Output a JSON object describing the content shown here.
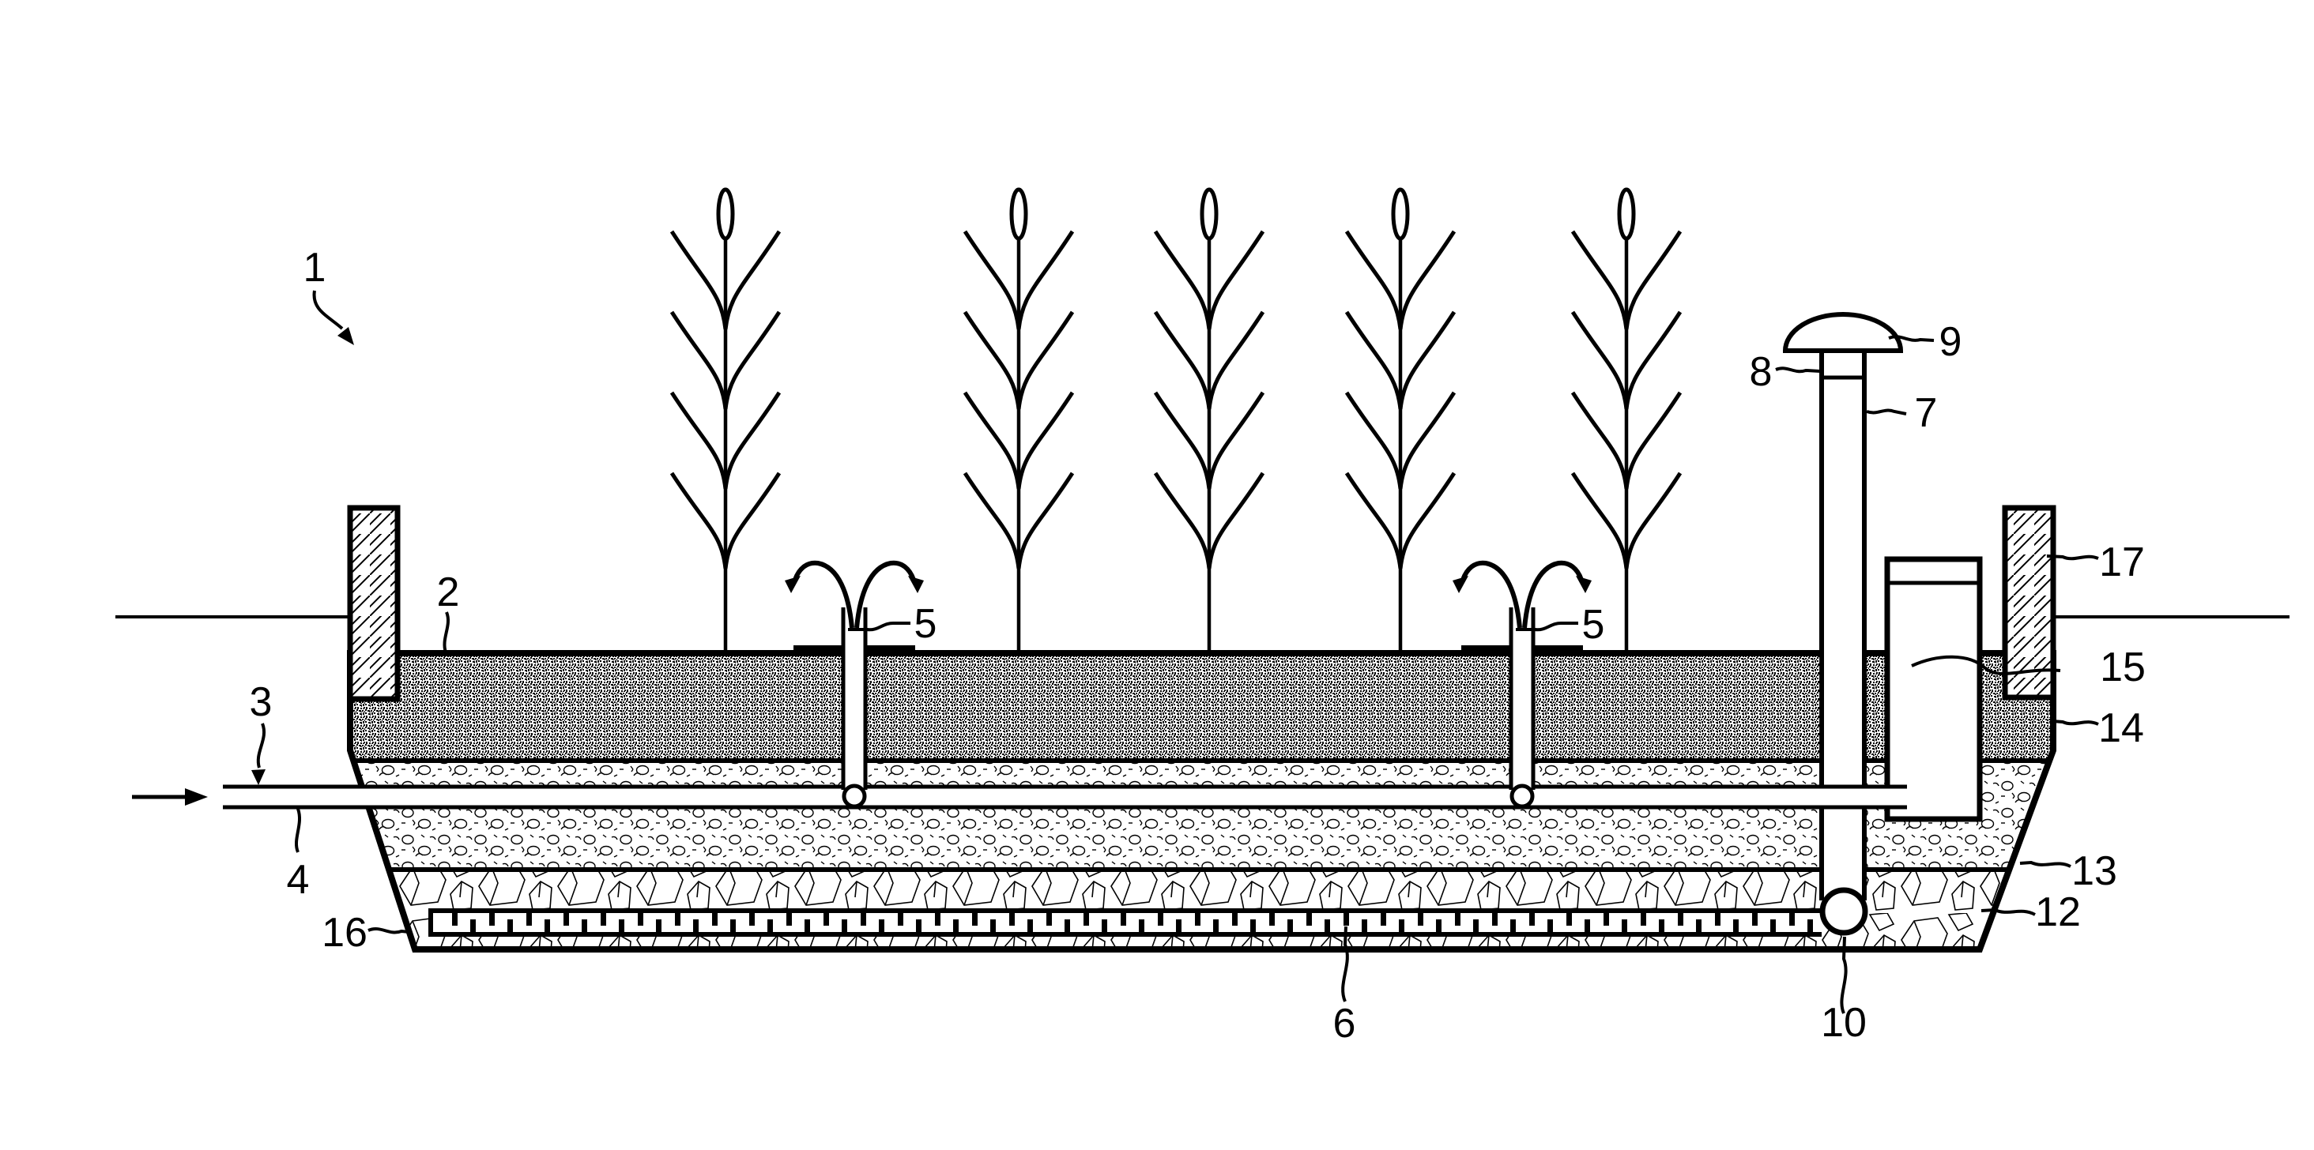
{
  "figure": {
    "background": "#ffffff",
    "ink_color": "#000000",
    "reference_labels": {
      "ref_1": {
        "text": "1"
      },
      "ref_2": {
        "text": "2"
      },
      "ref_3": {
        "text": "3"
      },
      "ref_4": {
        "text": "4"
      },
      "ref_5": {
        "text": "5"
      },
      "ref_6": {
        "text": "6"
      },
      "ref_7": {
        "text": "7"
      },
      "ref_8": {
        "text": "8"
      },
      "ref_9": {
        "text": "9"
      },
      "ref_10": {
        "text": "10"
      },
      "ref_12": {
        "text": "12"
      },
      "ref_13": {
        "text": "13"
      },
      "ref_14": {
        "text": "14"
      },
      "ref_15": {
        "text": "15"
      },
      "ref_16": {
        "text": "16"
      },
      "ref_17": {
        "text": "17"
      }
    },
    "plants": {
      "count": 5
    },
    "aeration_risers": {
      "count": 2
    }
  }
}
